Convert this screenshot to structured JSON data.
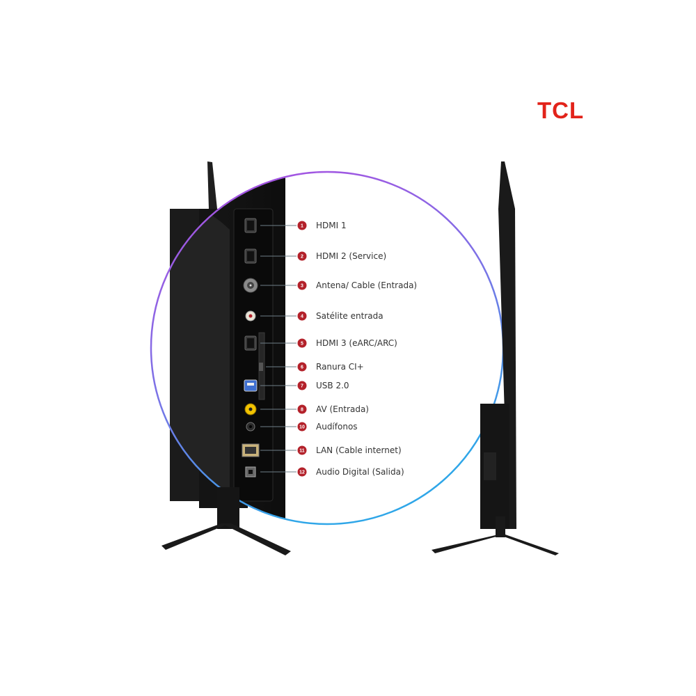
{
  "brand": {
    "name": "TCL",
    "color": "#e2231a"
  },
  "accent_colors": {
    "ring_start": "#b04be0",
    "ring_end": "#2fa6e8",
    "badge": "#b3212a"
  },
  "ports": [
    {
      "number": "1",
      "label": "HDMI 1",
      "icon": "hdmi-port-icon"
    },
    {
      "number": "2",
      "label": "HDMI 2 (Service)",
      "icon": "hdmi-port-icon"
    },
    {
      "number": "3",
      "label": "Antena/ Cable (Entrada)",
      "icon": "coax-antenna-port-icon"
    },
    {
      "number": "4",
      "label": "Satélite entrada",
      "icon": "satellite-port-icon"
    },
    {
      "number": "5",
      "label": "HDMI 3 (eARC/ARC)",
      "icon": "hdmi-port-icon"
    },
    {
      "number": "6",
      "label": "Ranura CI+",
      "icon": "ci-slot-icon"
    },
    {
      "number": "7",
      "label": "USB 2.0",
      "icon": "usb-port-icon"
    },
    {
      "number": "8",
      "label": "AV (Entrada)",
      "icon": "av-jack-icon"
    },
    {
      "number": "10",
      "label": "Audífonos",
      "icon": "headphone-jack-icon"
    },
    {
      "number": "11",
      "label": "LAN (Cable internet)",
      "icon": "ethernet-port-icon"
    },
    {
      "number": "12",
      "label": "Audio Digital (Salida)",
      "icon": "optical-port-icon"
    }
  ]
}
